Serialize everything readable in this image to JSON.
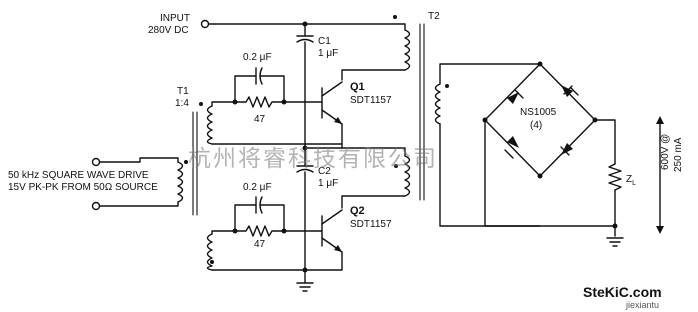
{
  "input": {
    "line1": "INPUT",
    "line2": "280V DC"
  },
  "transformers": {
    "t1": {
      "name": "T1",
      "ratio": "1:4"
    },
    "t2": {
      "name": "T2"
    }
  },
  "capacitors": {
    "c1": {
      "name": "C1",
      "value": "1 μF"
    },
    "c2": {
      "name": "C2",
      "value": "1 μF"
    }
  },
  "snubbers": {
    "top": {
      "cap": "0.2 μF",
      "res": "47"
    },
    "bottom": {
      "cap": "0.2 μF",
      "res": "47"
    }
  },
  "transistors": {
    "q1": {
      "name": "Q1",
      "part": "SDT1157"
    },
    "q2": {
      "name": "Q2",
      "part": "SDT1157"
    }
  },
  "drive": {
    "line1": "50 kHz SQUARE WAVE DRIVE",
    "line2": "15V PK-PK FROM 50Ω SOURCE"
  },
  "bridge": {
    "part": "NS1005",
    "qty": "(4)"
  },
  "load": {
    "name": "Z",
    "subscript": "L"
  },
  "output": {
    "line1": "600V @",
    "line2": "250 mA"
  },
  "watermark": "杭州将睿科技有限公司",
  "logo": {
    "brand": "SteKiC.com",
    "url": "jiexiantu"
  }
}
